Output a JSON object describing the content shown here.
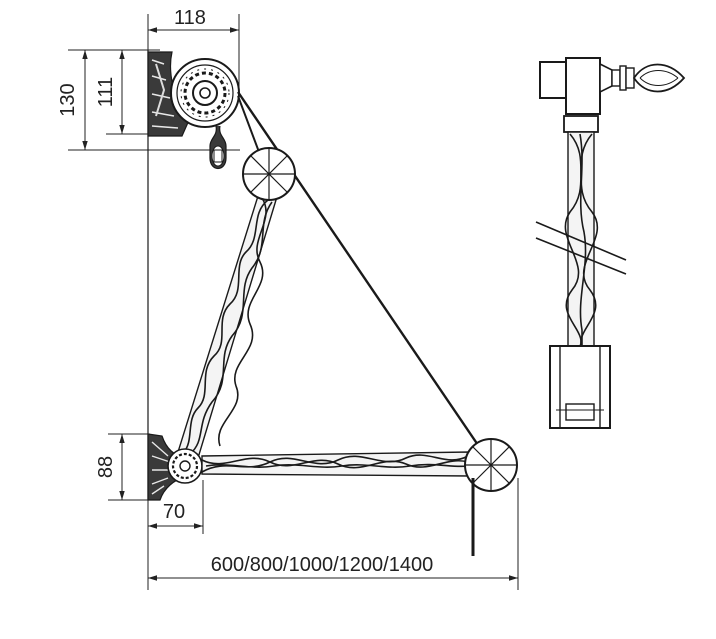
{
  "dimensions": {
    "top_width": "118",
    "height_outer": "130",
    "height_inner": "111",
    "bottom_height": "88",
    "bottom_width": "70",
    "length_options": "600/800/1000/1200/1400"
  }
}
